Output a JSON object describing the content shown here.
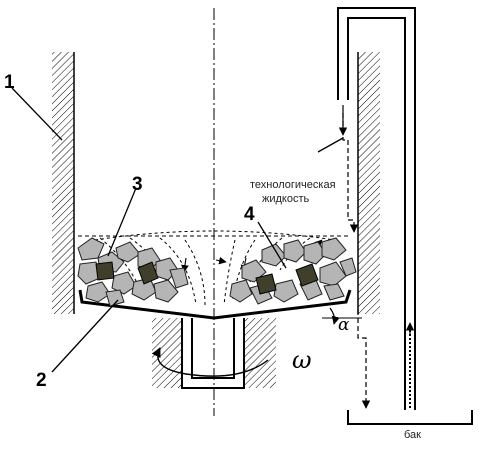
{
  "labels": {
    "n1": "1",
    "n2": "2",
    "n3": "3",
    "n4": "4",
    "liquid_line1": "технологическая",
    "liquid_line2": "жидкость",
    "omega": "ω",
    "alpha": "α",
    "tank": "бак"
  },
  "colors": {
    "line": "#000000",
    "stone_fill": "#b5b5b5",
    "ore_fill": "#3f3f2c"
  }
}
